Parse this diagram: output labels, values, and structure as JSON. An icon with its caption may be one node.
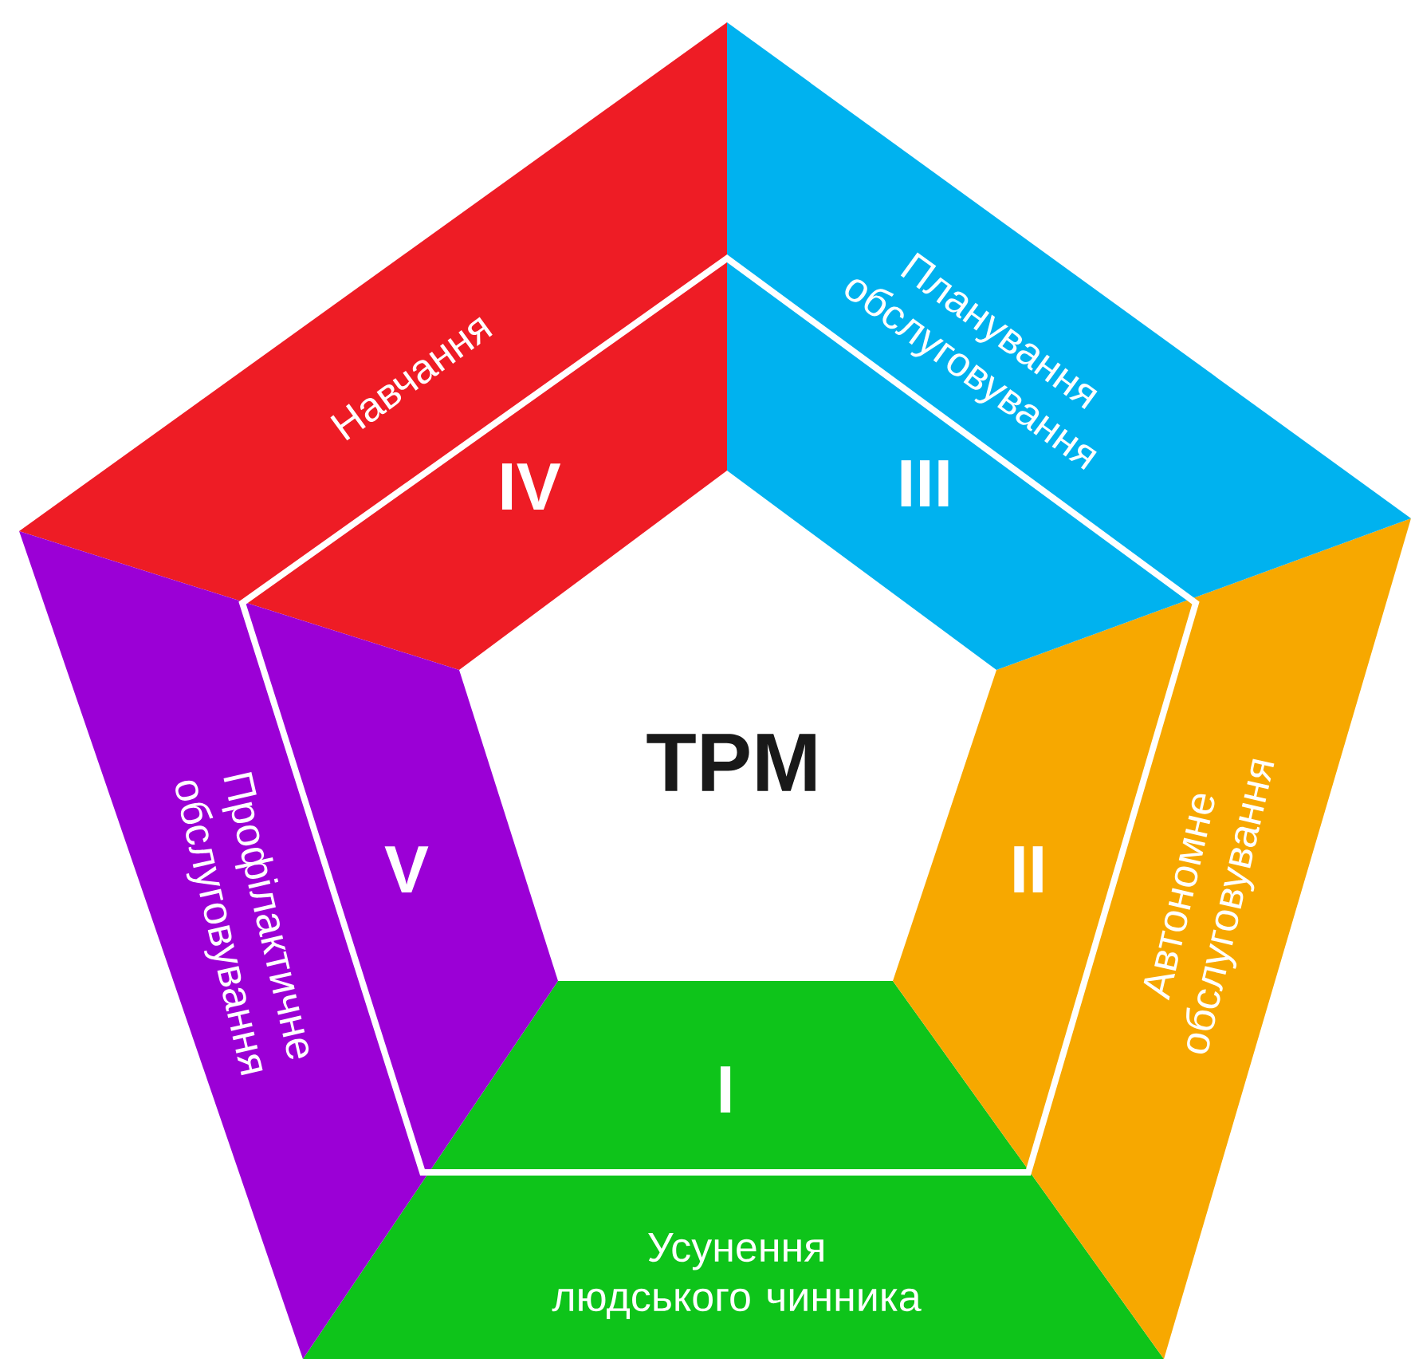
{
  "diagram": {
    "nodes": [
      {
        "text": [
          "TPM"
        ]
      },
      {
        "text": [
          "I",
          "Усунення людського чинника"
        ]
      },
      {
        "text": [
          "II",
          "Автономне обслуговування"
        ]
      },
      {
        "text": [
          "Планування обслуговування",
          "III"
        ]
      },
      {
        "text": [
          "Навчання",
          "IV"
        ]
      },
      {
        "text": [
          "Профілактичне обслуговування",
          "V"
        ]
      }
    ]
  }
}
